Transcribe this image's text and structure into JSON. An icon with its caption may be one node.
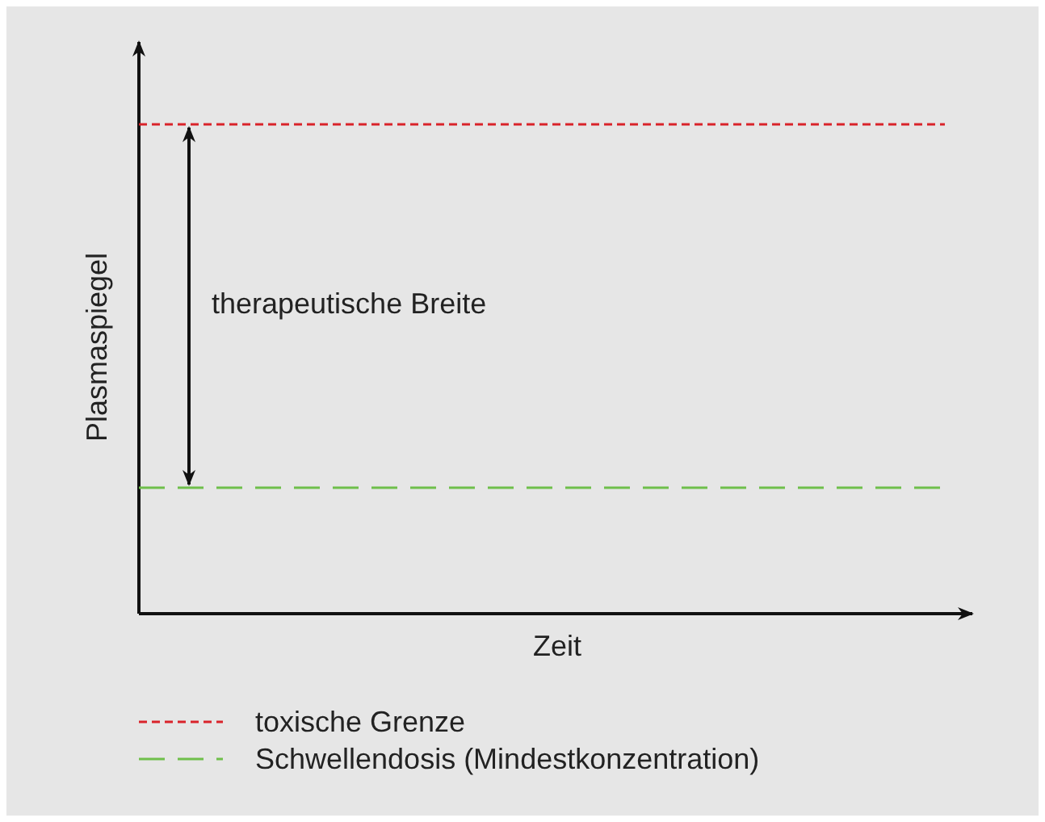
{
  "diagram": {
    "labels": [
      "Plasmaspiegel",
      "therapeutische Breite",
      "Zeit"
    ],
    "legend": [
      {
        "text": "toxische Grenze"
      },
      {
        "text": "Schwellendosis (Mindestkonzentration)"
      }
    ]
  }
}
